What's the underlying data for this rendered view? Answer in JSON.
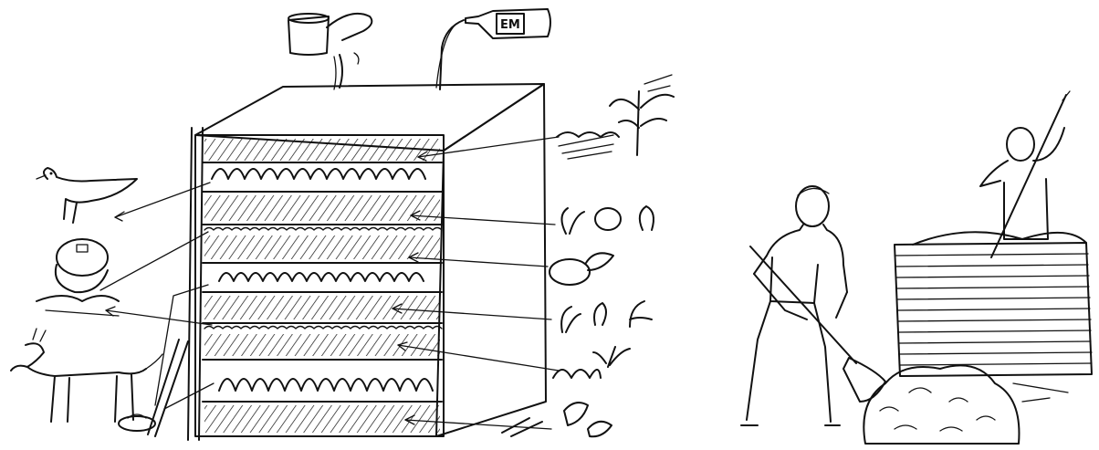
{
  "bottle_label": "EM",
  "ink_color": "#111111",
  "paper_color": "#ffffff",
  "compost_layers": [
    {
      "material": "dry-straw"
    },
    {
      "material": "manure"
    },
    {
      "material": "green-leaves"
    },
    {
      "material": "soil-ash"
    },
    {
      "material": "kitchen-scraps"
    },
    {
      "material": "manure"
    },
    {
      "material": "green-leaves"
    },
    {
      "material": "soil-ash"
    },
    {
      "material": "dry-grass"
    },
    {
      "material": "manure"
    },
    {
      "material": "twigs"
    }
  ]
}
